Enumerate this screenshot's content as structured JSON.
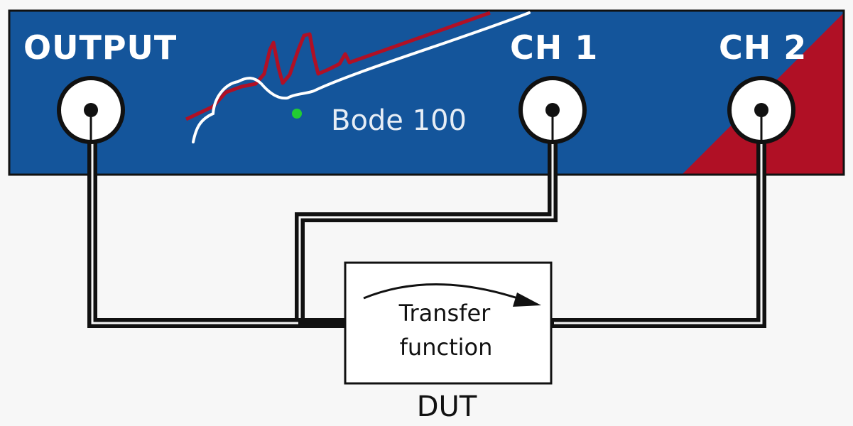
{
  "device": {
    "name": "Bode 100",
    "panel_color": "#14559b",
    "accent_color": "#b01025",
    "led_color": "#22cc33",
    "ports": {
      "output": "OUTPUT",
      "ch1": "CH 1",
      "ch2": "CH 2"
    }
  },
  "dut": {
    "line1": "Transfer",
    "line2": "function",
    "label": "DUT"
  },
  "wire_color": "#111111"
}
